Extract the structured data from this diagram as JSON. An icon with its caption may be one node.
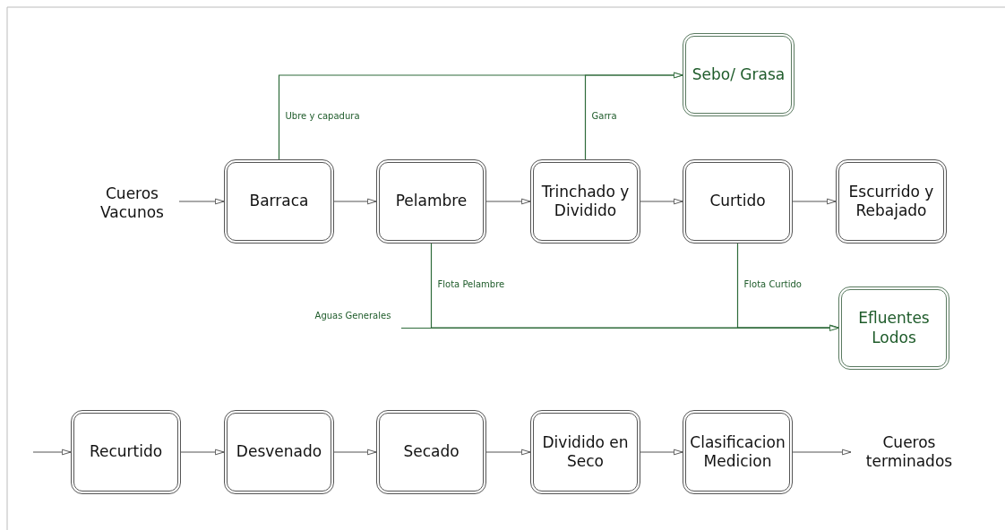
{
  "diagram": {
    "nodes": [
      {
        "text": [
          "Cueros Vacunos"
        ]
      },
      {
        "text": [
          "Barraca"
        ]
      },
      {
        "text": [
          "Pelambre"
        ]
      },
      {
        "text": [
          "Trinchado y Dividido"
        ]
      },
      {
        "text": [
          "Curtido"
        ]
      },
      {
        "text": [
          "Escurrido y Rebajado"
        ]
      },
      {
        "text": [
          "Sebo/ Grasa"
        ]
      },
      {
        "text": [
          "Aguas Generales"
        ]
      },
      {
        "text": [
          "Efluentes Lodos"
        ]
      },
      {
        "text": [
          "Recurtido"
        ]
      },
      {
        "text": [
          "Desvenado"
        ]
      },
      {
        "text": [
          "Secado"
        ]
      },
      {
        "text": [
          "Dividido en Seco"
        ]
      },
      {
        "text": [
          "Clasificacion Medicion"
        ]
      },
      {
        "text": [
          "Cueros terminados"
        ]
      }
    ],
    "edges": [
      {
        "from": 0,
        "to": 1,
        "arrow": "to"
      },
      {
        "from": 1,
        "to": 2,
        "arrow": "to"
      },
      {
        "from": 2,
        "to": 3,
        "arrow": "to"
      },
      {
        "from": 3,
        "to": 4,
        "arrow": "to"
      },
      {
        "from": 4,
        "to": 5,
        "arrow": "to"
      },
      {
        "from": 1,
        "to": 6,
        "arrow": "to",
        "label": "Ubre y capadura",
        "color": "#2e6b3a"
      },
      {
        "from": 3,
        "to": 6,
        "arrow": "to",
        "label": "Garra",
        "color": "#2e6b3a"
      },
      {
        "from": 2,
        "to": 8,
        "arrow": "to",
        "label": "Flota Pelambre",
        "color": "#2e6b3a"
      },
      {
        "from": 4,
        "to": 8,
        "arrow": "to",
        "label": "Flota Curtido",
        "color": "#2e6b3a"
      },
      {
        "from": 7,
        "to": 8,
        "arrow": "to",
        "color": "#2e6b3a"
      },
      {
        "from": null,
        "to": 9,
        "arrow": "to"
      },
      {
        "from": 9,
        "to": 10,
        "arrow": "to"
      },
      {
        "from": 10,
        "to": 11,
        "arrow": "to"
      },
      {
        "from": 11,
        "to": 12,
        "arrow": "to"
      },
      {
        "from": 12,
        "to": 13,
        "arrow": "to"
      },
      {
        "from": 13,
        "to": 14,
        "arrow": "to"
      }
    ]
  }
}
